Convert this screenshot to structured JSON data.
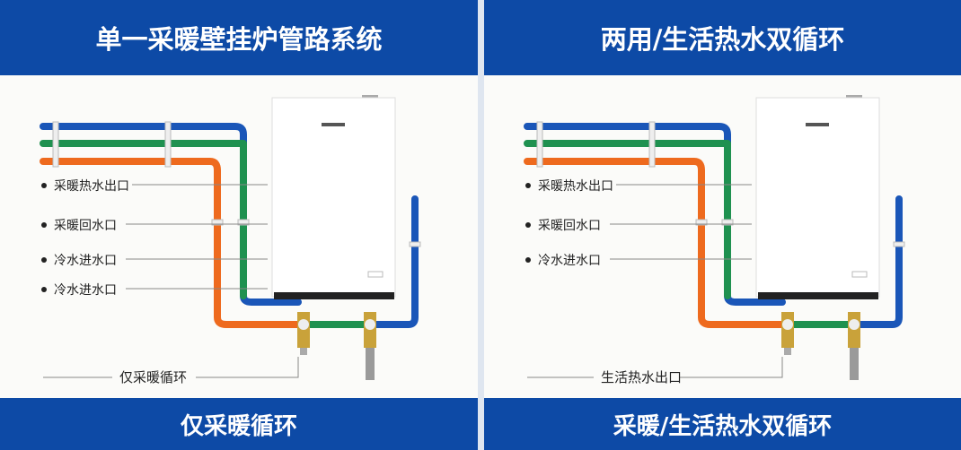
{
  "left_panel": {
    "title": "单一采暖壁挂炉管路系统",
    "labels": [
      "采暖热水出口",
      "采暖回水口",
      "冷水进水口",
      "冷水进水口"
    ],
    "bottom_label": "仅采暖循环",
    "footer": "仅采暖循环"
  },
  "right_panel": {
    "title": "两用/生活热水双循环",
    "labels": [
      "采暖热水出口",
      "采暖回水口",
      "冷水进水口"
    ],
    "bottom_label": "生活热水出口",
    "footer": "采暖/生活热水双循环"
  },
  "colors": {
    "header": "#0d4aa6",
    "pipe_blue": "#1a56b8",
    "pipe_green": "#1f9150",
    "pipe_orange": "#ee6a1e"
  }
}
